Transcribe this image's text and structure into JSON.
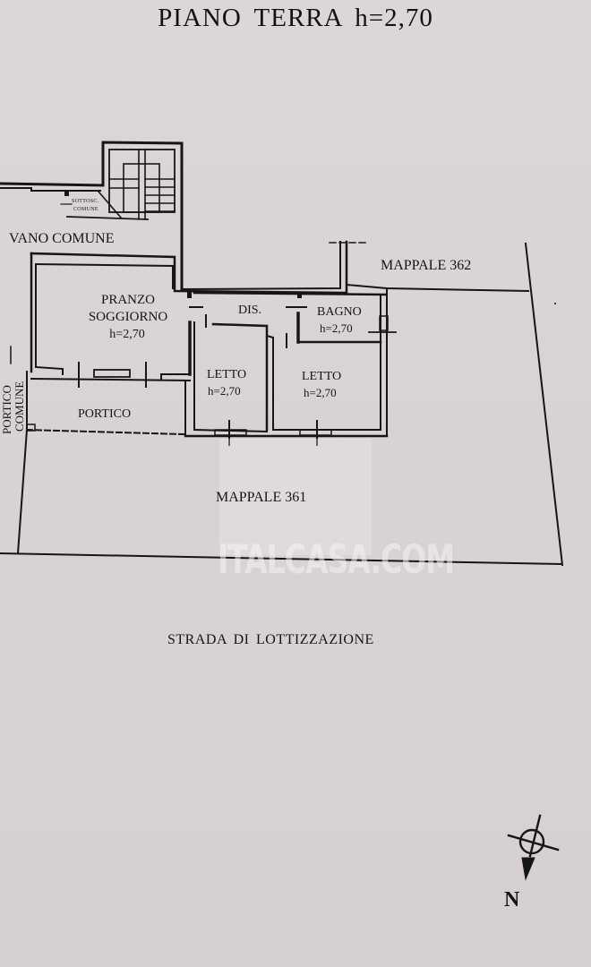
{
  "title": "PIANO  TERRA  h=2,70",
  "rooms": {
    "stair_note_line1": "SOTTOSC.",
    "stair_note_line2": "COMUNE",
    "vano_comune": "VANO COMUNE",
    "pranzo_line1": "PRANZO",
    "pranzo_line2": "SOGGIORNO",
    "pranzo_height": "h=2,70",
    "dis": "DIS.",
    "bagno": "BAGNO",
    "bagno_height": "h=2,70",
    "letto1": "LETTO",
    "letto1_height": "h=2,70",
    "letto2": "LETTO",
    "letto2_height": "h=2,70",
    "portico": "PORTICO",
    "portico_comune_line1": "PORTICO",
    "portico_comune_line2": "COMUNE"
  },
  "parcels": {
    "mappale_362": "MAPPALE 362",
    "mappale_361": "MAPPALE 361",
    "strada": "STRADA DI LOTTIZZAZIONE"
  },
  "compass": {
    "north_label": "N",
    "icon": "north-arrow-icon"
  },
  "watermark": {
    "text": "ITALCASA.COM"
  },
  "colors": {
    "paper": "#d9d3d3",
    "ink": "#151515"
  }
}
